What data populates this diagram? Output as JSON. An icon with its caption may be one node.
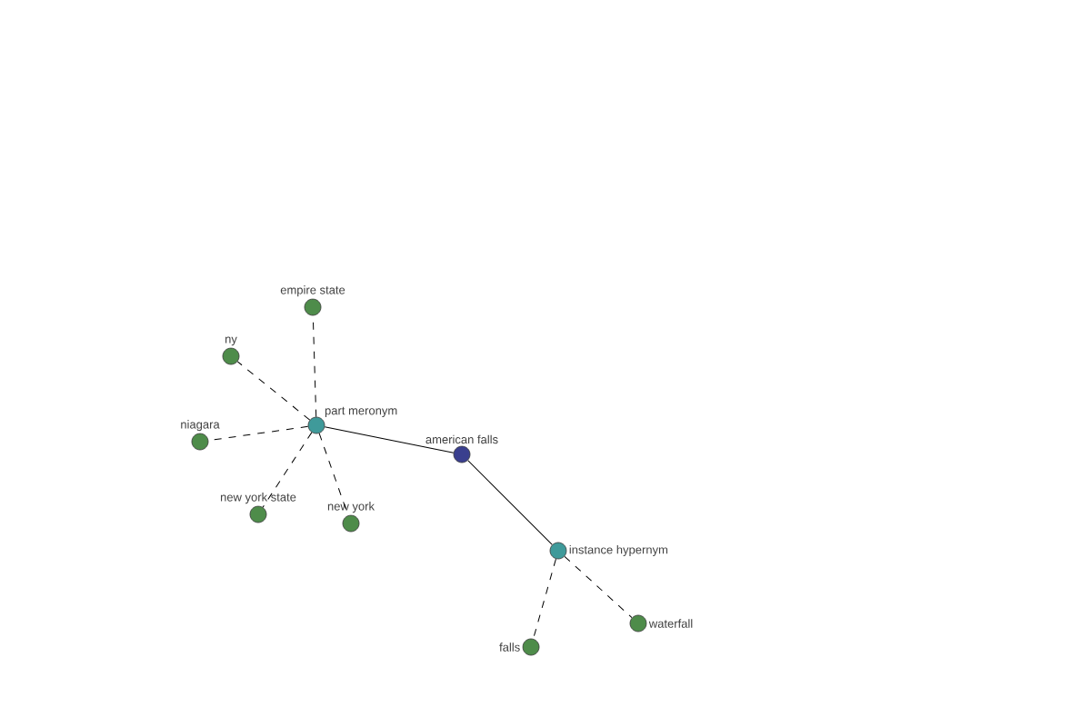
{
  "diagram": {
    "nodes": [
      {
        "text": [
          "empire state"
        ]
      },
      {
        "text": [
          "ny"
        ]
      },
      {
        "text": [
          "part meronym"
        ]
      },
      {
        "text": [
          "niagara"
        ]
      },
      {
        "text": [
          "new york state"
        ]
      },
      {
        "text": [
          "new york"
        ]
      },
      {
        "text": [
          "american falls"
        ]
      },
      {
        "text": [
          "instance hypernym"
        ]
      },
      {
        "text": [
          "falls"
        ]
      },
      {
        "text": [
          "waterfall"
        ]
      }
    ],
    "edges": [
      {
        "from": 2,
        "to": 0,
        "arrow": "none",
        "style": "dashed"
      },
      {
        "from": 2,
        "to": 1,
        "arrow": "none",
        "style": "dashed"
      },
      {
        "from": 2,
        "to": 3,
        "arrow": "none",
        "style": "dashed"
      },
      {
        "from": 2,
        "to": 4,
        "arrow": "none",
        "style": "dashed"
      },
      {
        "from": 2,
        "to": 5,
        "arrow": "none",
        "style": "dashed"
      },
      {
        "from": 6,
        "to": 2,
        "arrow": "none"
      },
      {
        "from": 6,
        "to": 7,
        "arrow": "none"
      },
      {
        "from": 7,
        "to": 8,
        "arrow": "none",
        "style": "dashed"
      },
      {
        "from": 7,
        "to": 9,
        "arrow": "none",
        "style": "dashed"
      }
    ]
  }
}
